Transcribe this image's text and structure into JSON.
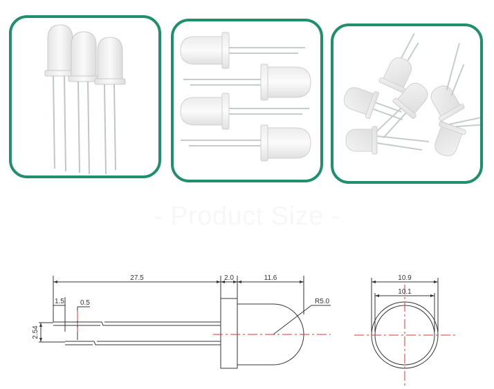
{
  "heading": "- Product Size -",
  "colors": {
    "panel_border": "#1f8f6e",
    "center_line": "#e0303a",
    "outline": "#333333"
  },
  "panels": [
    {
      "name": "photo-three-leds-upright"
    },
    {
      "name": "photo-four-leds-horizontal"
    },
    {
      "name": "photo-scattered-leds"
    }
  ],
  "dimensions": {
    "lead_length": "27.5",
    "flange_thickness": "2.0",
    "body_length": "11.6",
    "dome_radius": "R5.0",
    "lead_offset": "1.5",
    "lead_width": "0.5",
    "lead_spacing": "2.54",
    "outer_diameter": "10.9",
    "inner_diameter": "10.1"
  }
}
